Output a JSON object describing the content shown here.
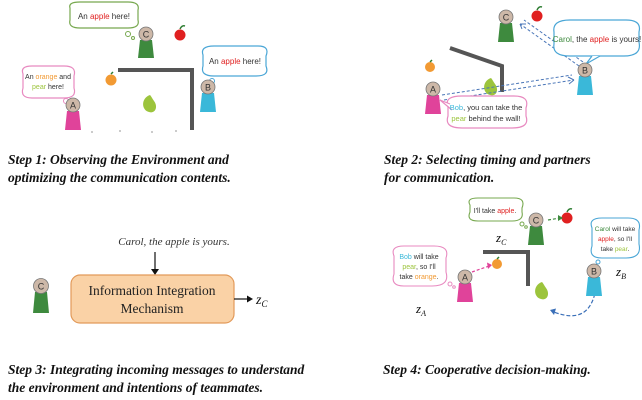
{
  "colors": {
    "agent_a": "#e0439a",
    "agent_b": "#3ab8d9",
    "agent_c": "#3e8a3e",
    "head": "#cdb8a8",
    "bubble_a": "#e88ac0",
    "bubble_b": "#4aa6d6",
    "bubble_c": "#77a84f",
    "apple_red": "#e02020",
    "orange": "#f29a33",
    "pear": "#9cc43c",
    "box_fill": "#fad2a6",
    "box_stroke": "#e29a5a"
  },
  "agents": {
    "a": "A",
    "b": "B",
    "c": "C"
  },
  "step1": {
    "caption_line1": "Step 1: Observing the Environment and",
    "caption_line2": "optimizing the communication contents.",
    "bubble_c": {
      "before": "An ",
      "fruit": "apple",
      "after": " here!"
    },
    "bubble_b": {
      "before": "An ",
      "fruit": "apple",
      "after": " here!"
    },
    "bubble_a": {
      "line1_before": "An ",
      "line1_fruit": "orange",
      "line1_after": " and",
      "line2_fruit": "pear",
      "line2_after": " here!"
    }
  },
  "step2": {
    "caption_line1": "Step 2: Selecting timing and partners",
    "caption_line2": "for communication.",
    "bubble_b": {
      "name": "Carol",
      "middle": ", the ",
      "fruit": "apple",
      "after": " is yours!"
    },
    "bubble_a": {
      "name": "Bob",
      "line1_after": ", you can take the",
      "line2_fruit": "pear",
      "line2_after": " behind the wall!"
    }
  },
  "step3": {
    "caption_line1": "Step 3: Integrating incoming messages to understand",
    "caption_line2": "the environment and intentions of teammates.",
    "message": "Carol, the apple is yours.",
    "box_line1": "Information Integration",
    "box_line2": "Mechanism",
    "output_label": "z",
    "output_sub": "C"
  },
  "step4": {
    "caption": "Step 4: Cooperative decision-making.",
    "thought_c": {
      "before": "I'll take ",
      "fruit": "apple",
      "after": "."
    },
    "thought_a": {
      "name": "Bob",
      "line1_after": " will take",
      "line2_fruit": "pear",
      "line2_after": ", so I'll",
      "line3_before": "take ",
      "line3_fruit": "orange",
      "line3_after": "."
    },
    "thought_b": {
      "name": "Carol",
      "line1_after": " will take",
      "line2_fruit": "apple",
      "line2_after": ", so I'll",
      "line3_before": "take ",
      "line3_fruit": "pear",
      "line3_after": "."
    },
    "z_a": {
      "label": "z",
      "sub": "A"
    },
    "z_b": {
      "label": "z",
      "sub": "B"
    },
    "z_c": {
      "label": "z",
      "sub": "C"
    }
  }
}
